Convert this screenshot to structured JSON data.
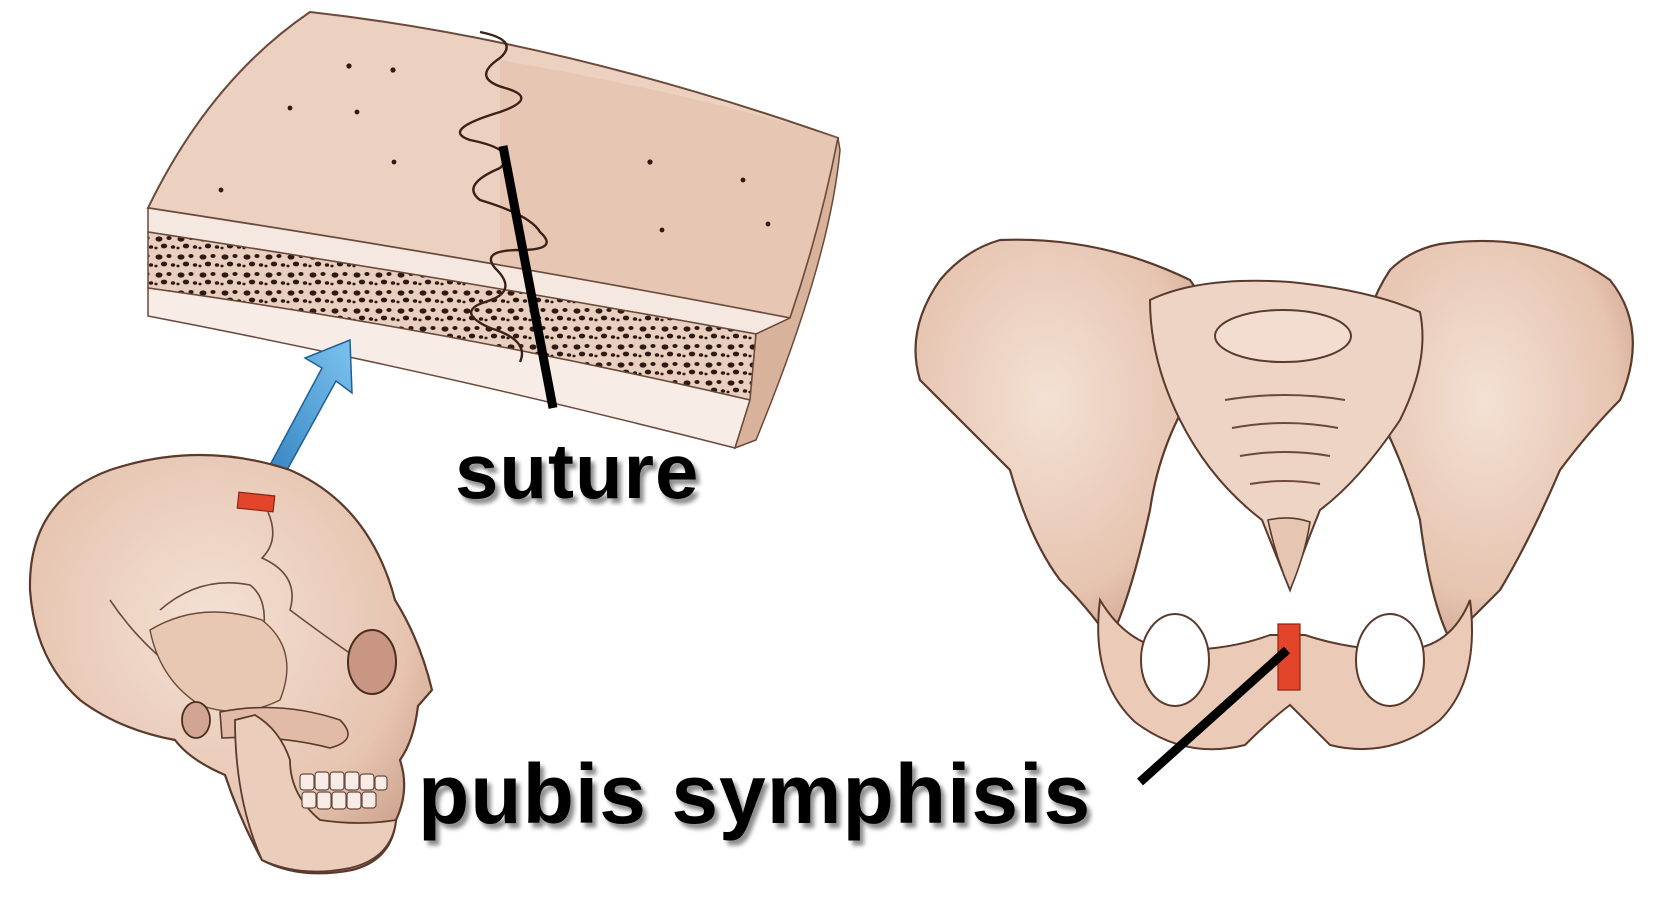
{
  "labels": {
    "suture": "suture",
    "pubis_symphisis": "pubis symphisis"
  },
  "illustrations": {
    "skull": "skull-illustration",
    "bone_section": "bone-cross-section",
    "pelvis": "pelvis-illustration"
  },
  "colors": {
    "bone": "#ecd3c3",
    "bone_shadow": "#c99e88",
    "outline": "#3a2218",
    "highlight_red": "#e2452a",
    "arrow_blue": "#4a9fd6",
    "leader_line": "#000000"
  }
}
